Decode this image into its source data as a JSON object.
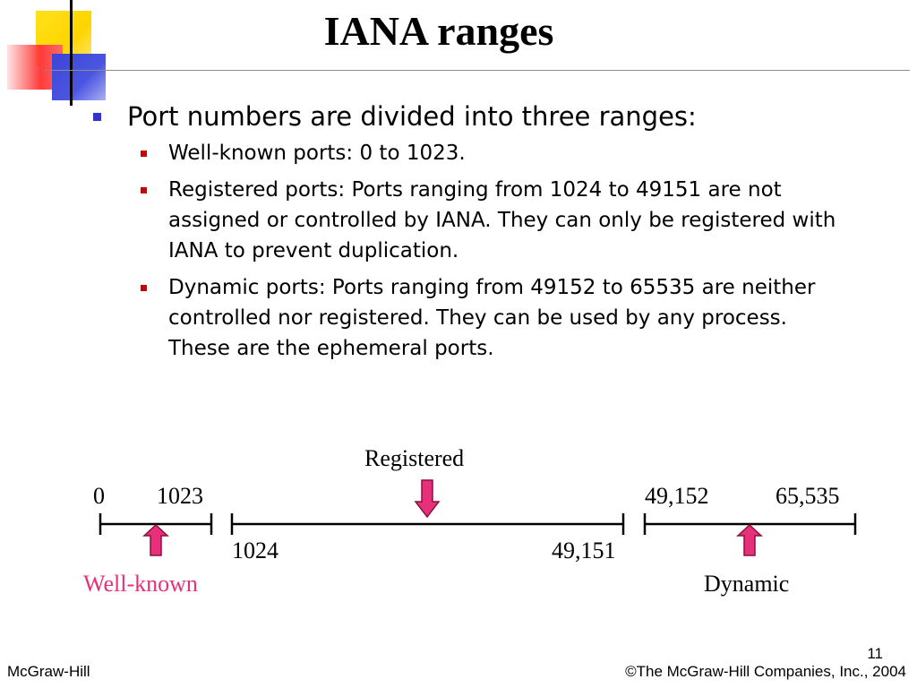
{
  "slide": {
    "title": "IANA ranges",
    "bullet": "Port numbers are divided into three ranges:",
    "sub_bullets": [
      "Well-known ports: 0 to 1023.",
      "Registered ports: Ports ranging from 1024 to 49151 are not assigned or controlled by IANA. They can only be registered with IANA to prevent duplication.",
      "Dynamic ports: Ports ranging from 49152 to 65535 are neither controlled nor registered. They can be used by any process. These are the ephemeral ports."
    ]
  },
  "diagram": {
    "well_known": {
      "start": "0",
      "end": "1023",
      "label": "Well-known"
    },
    "registered": {
      "start": "1024",
      "end": "49,151",
      "label": "Registered"
    },
    "dynamic": {
      "start": "49,152",
      "end": "65,535",
      "label": "Dynamic"
    },
    "colors": {
      "arrow": "#e8307a",
      "arrow_stroke": "#8a1040",
      "well_known_label": "#e8307a",
      "line": "#000000"
    }
  },
  "footer": {
    "left": "McGraw-Hill",
    "right": "©The McGraw-Hill Companies, Inc., 2004",
    "page_number": "11"
  }
}
